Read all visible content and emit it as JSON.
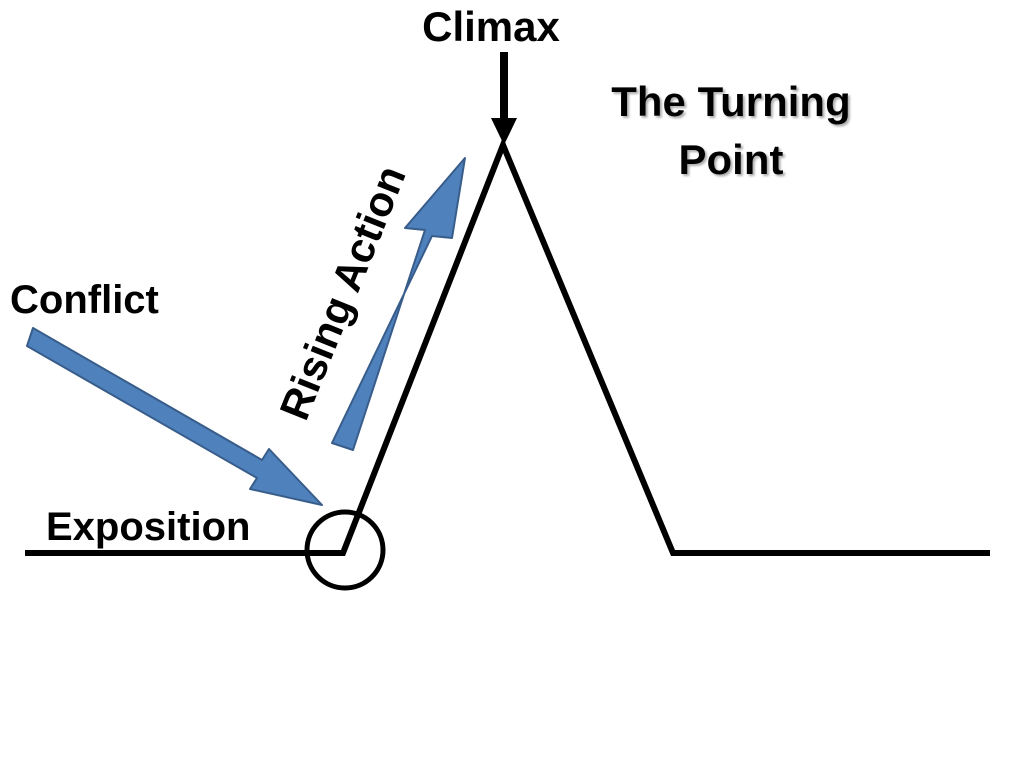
{
  "labels": {
    "climax": "Climax",
    "turning_point_line1": "The Turning",
    "turning_point_line2": "Point",
    "rising_action": "Rising Action",
    "conflict": "Conflict",
    "exposition": "Exposition"
  },
  "colors": {
    "line": "#000000",
    "arrow_fill": "#4f81bd",
    "arrow_stroke": "#385d8a",
    "background": "#ffffff"
  }
}
